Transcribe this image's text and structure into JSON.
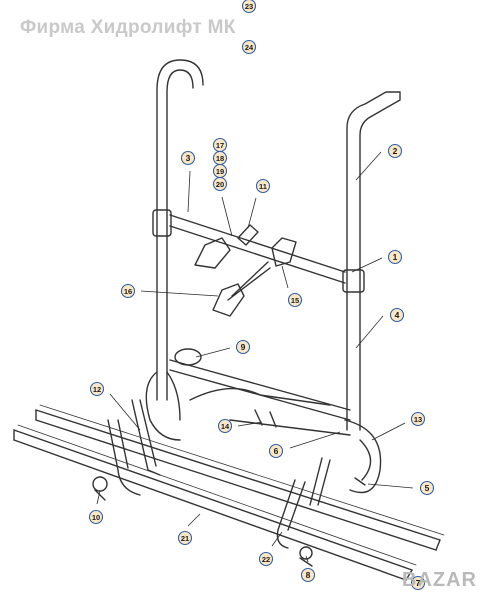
{
  "watermark": "Фирма Хидролифт МК",
  "brand": "BAZAR",
  "callout_color": "#2f5fa8",
  "callout_fill": "#fbe7c6",
  "callouts": [
    {
      "label": "1"
    },
    {
      "label": "2"
    },
    {
      "label": "3"
    },
    {
      "label": "4"
    },
    {
      "label": "5"
    },
    {
      "label": "6"
    },
    {
      "label": "7"
    },
    {
      "label": "8"
    },
    {
      "label": "9"
    },
    {
      "label": "10"
    },
    {
      "label": "11"
    },
    {
      "label": "12"
    },
    {
      "label": "13"
    },
    {
      "label": "14"
    },
    {
      "label": "15"
    },
    {
      "label": "16"
    },
    {
      "label": "17"
    },
    {
      "label": "18"
    },
    {
      "label": "19"
    },
    {
      "label": "20"
    },
    {
      "label": "21"
    },
    {
      "label": "22"
    },
    {
      "label": "23"
    },
    {
      "label": "24"
    }
  ]
}
